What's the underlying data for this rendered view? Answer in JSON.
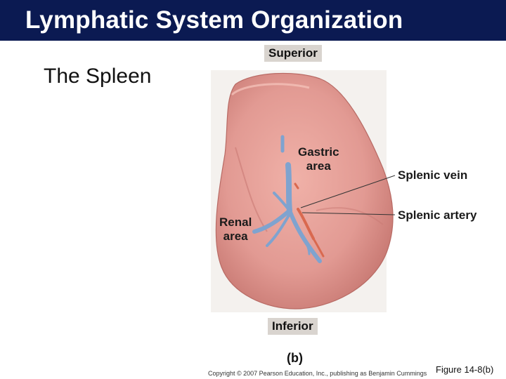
{
  "header": {
    "title": "Lymphatic System Organization"
  },
  "subtitle": "The Spleen",
  "figure": {
    "orientation_top": "Superior",
    "orientation_bottom": "Inferior",
    "labels": {
      "gastric_area_line1": "Gastric",
      "gastric_area_line2": "area",
      "renal_area_line1": "Renal",
      "renal_area_line2": "area",
      "splenic_vein": "Splenic vein",
      "splenic_artery": "Splenic artery"
    },
    "part_label": "(b)",
    "copyright": "Copyright © 2007 Pearson Education, Inc., publishing as Benjamin Cummings",
    "figure_ref": "Figure 14-8(b)"
  },
  "colors": {
    "title_bar": "#0b1a52",
    "spleen_fill": "#e29a93",
    "spleen_shadow": "#c97a74",
    "vein": "#8eb0d6",
    "artery": "#d9694f",
    "tag_bg": "#d9d4cf"
  }
}
